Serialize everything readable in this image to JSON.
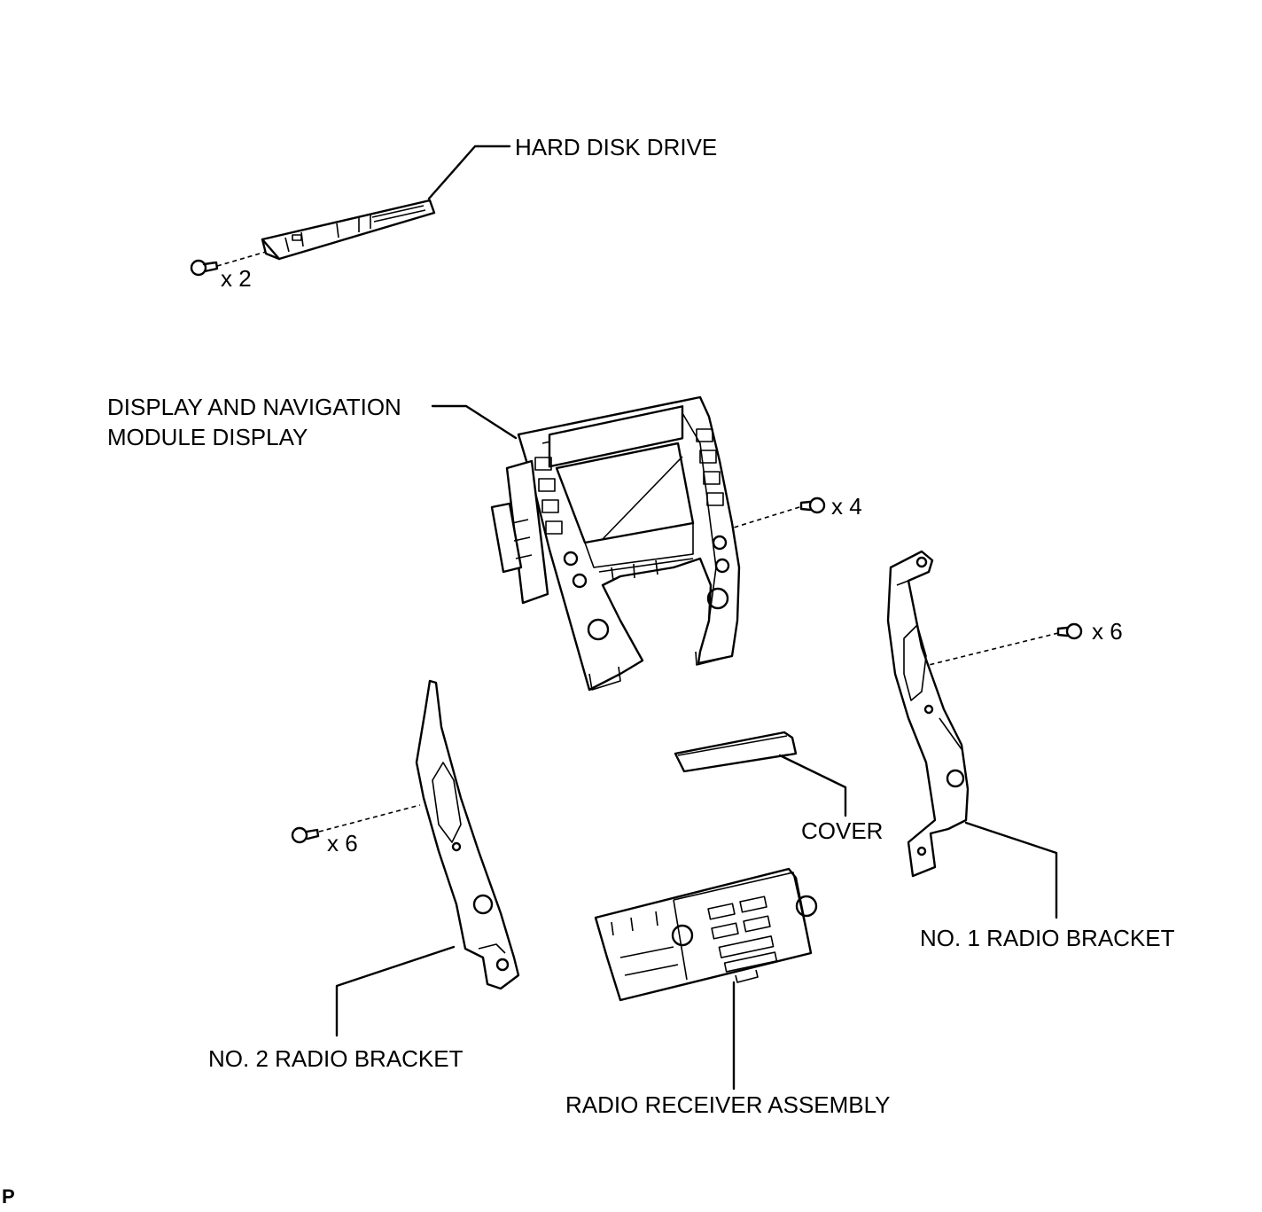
{
  "labels": {
    "hard_disk_drive": "HARD DISK DRIVE",
    "display_nav_line1": "DISPLAY AND NAVIGATION",
    "display_nav_line2": "MODULE DISPLAY",
    "cover": "COVER",
    "no1_radio_bracket": "NO. 1 RADIO BRACKET",
    "no2_radio_bracket": "NO. 2 RADIO BRACKET",
    "radio_receiver_assembly": "RADIO RECEIVER ASSEMBLY"
  },
  "screw_counts": {
    "hdd_screws": "x 2",
    "display_screws": "x 4",
    "no1_bracket_screws": "x 6",
    "no2_bracket_screws": "x 6"
  },
  "corner_mark": "P"
}
